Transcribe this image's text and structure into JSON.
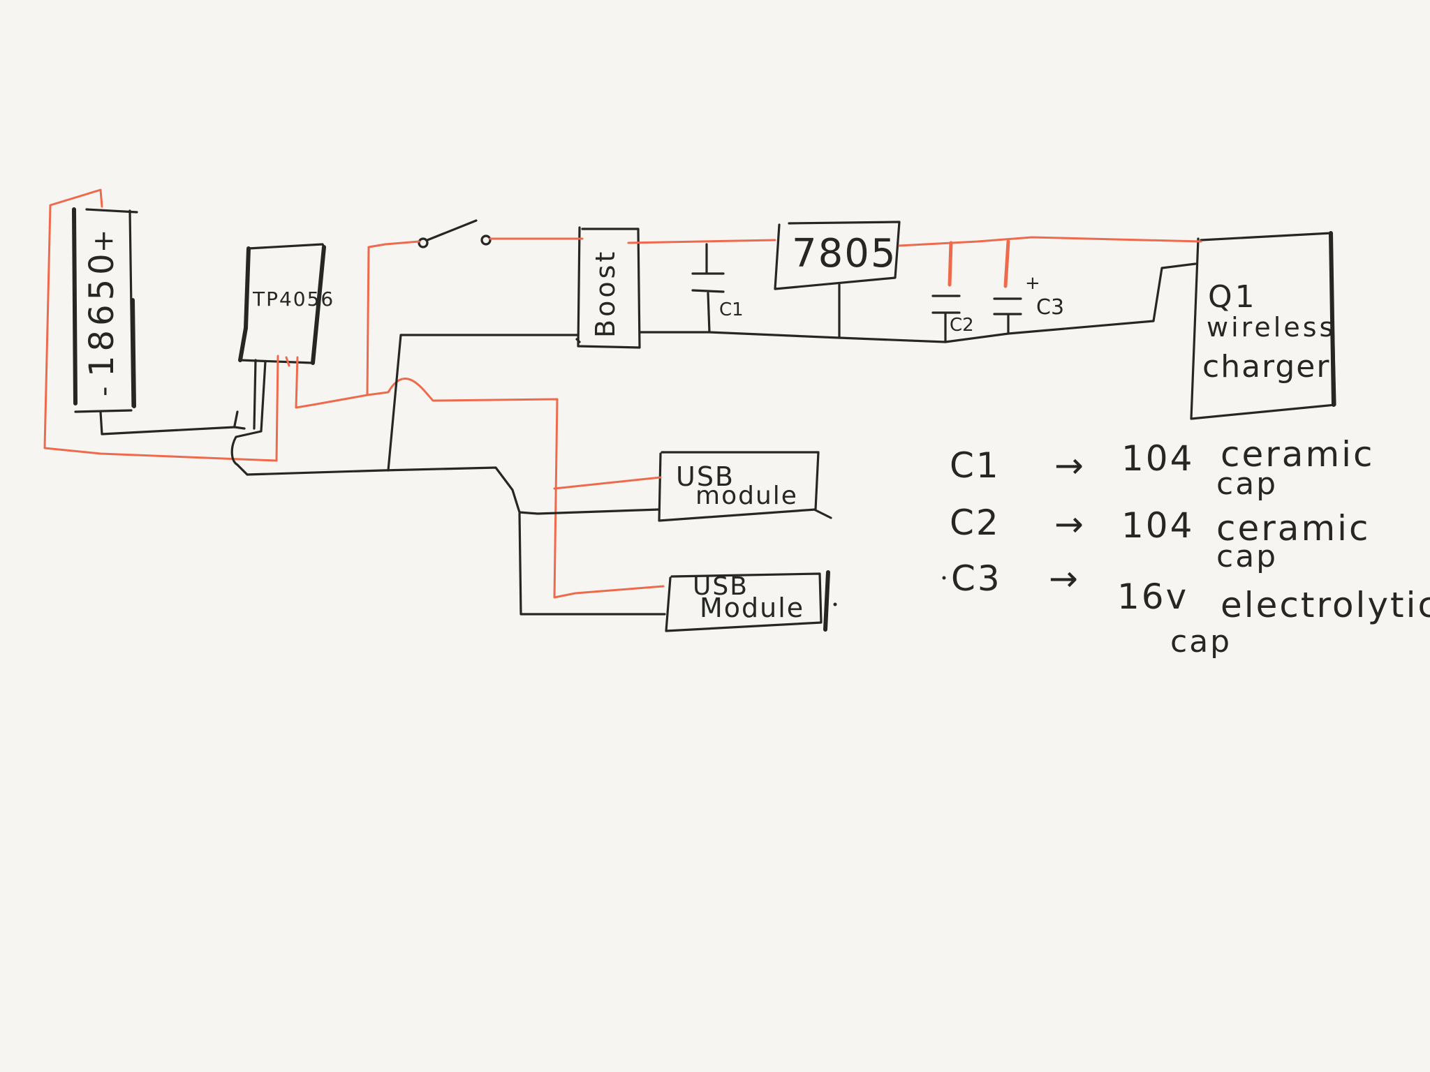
{
  "components": {
    "battery": {
      "label": "18650",
      "plus": "+",
      "minus": "-"
    },
    "charger_ic": {
      "label": "TP4056"
    },
    "boost": {
      "label": "Boost"
    },
    "regulator": {
      "label": "7805"
    },
    "cap_c1": {
      "label": "C1"
    },
    "cap_c2": {
      "label": "C2"
    },
    "cap_c3": {
      "label": "C3",
      "plus": "+"
    },
    "wireless_charger": {
      "line1": "Q1",
      "line2": "wireless",
      "line3": "charger"
    },
    "usb_module_1": {
      "line1": "USB",
      "line2": "module"
    },
    "usb_module_2": {
      "line1": "USB",
      "line2": "Module"
    }
  },
  "notes": [
    {
      "ref": "C1",
      "arrow": "→",
      "value": "104",
      "desc1": "ceramic",
      "desc2": "cap"
    },
    {
      "ref": "C2",
      "arrow": "→",
      "value": "104",
      "desc1": "ceramic",
      "desc2": "cap"
    },
    {
      "ref": "C3",
      "arrow": "→",
      "value": "16v",
      "desc1": "electrolytic",
      "desc2": "cap"
    }
  ],
  "colors": {
    "positive_wire": "#ee6a4d",
    "ground_wire": "#262624",
    "paper": "#f6f5f1"
  }
}
